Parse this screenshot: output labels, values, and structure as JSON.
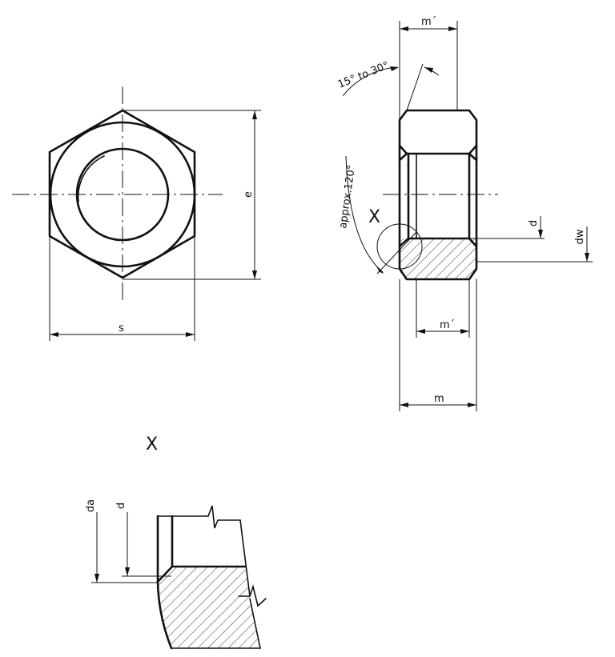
{
  "labels": {
    "s": "s",
    "e": "e",
    "m_top": "m´",
    "angle": "15° to 30°",
    "approx": "approx.120°",
    "x_callout": "X",
    "d": "d",
    "dw": "dw",
    "m_prime": "m´",
    "m": "m",
    "detail_title": "X",
    "da": "da",
    "d_detail": "d"
  }
}
